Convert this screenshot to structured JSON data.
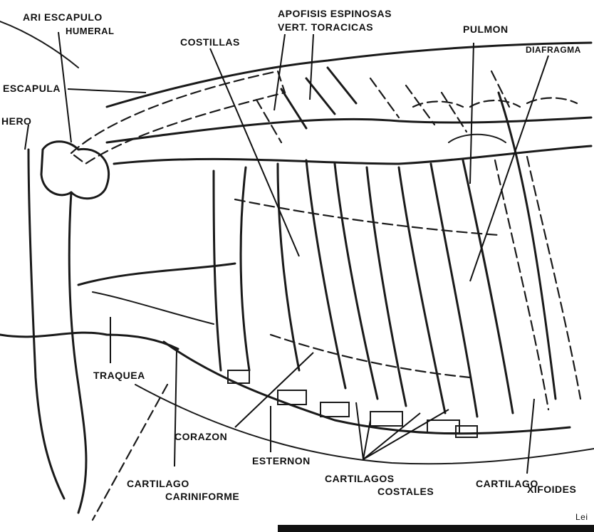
{
  "labels": {
    "art_escapulo": "ARI ESCAPULO",
    "humeral": "HUMERAL",
    "escapula": "ESCAPULA",
    "humero": "HERO",
    "costillas": "COSTILLAS",
    "apofisis_1": "APOFISIS ESPINOSAS",
    "apofisis_2": "VERT. TORACICAS",
    "pulmon": "PULMON",
    "diafragma": "DIAFRAGMA",
    "traquea": "TRAQUEA",
    "corazon": "CORAZON",
    "esternon": "ESTERNON",
    "cartilago_cariniforme_1": "CARTILAGO",
    "cartilago_cariniforme_2": "CARINIFORME",
    "cartilagos_costales_1": "CARTILAGOS",
    "cartilagos_costales_2": "COSTALES",
    "cartilago_xifoides_1": "CARTILAGO",
    "cartilago_xifoides_2": "XIFOIDES",
    "corner_mark": "Lei"
  }
}
